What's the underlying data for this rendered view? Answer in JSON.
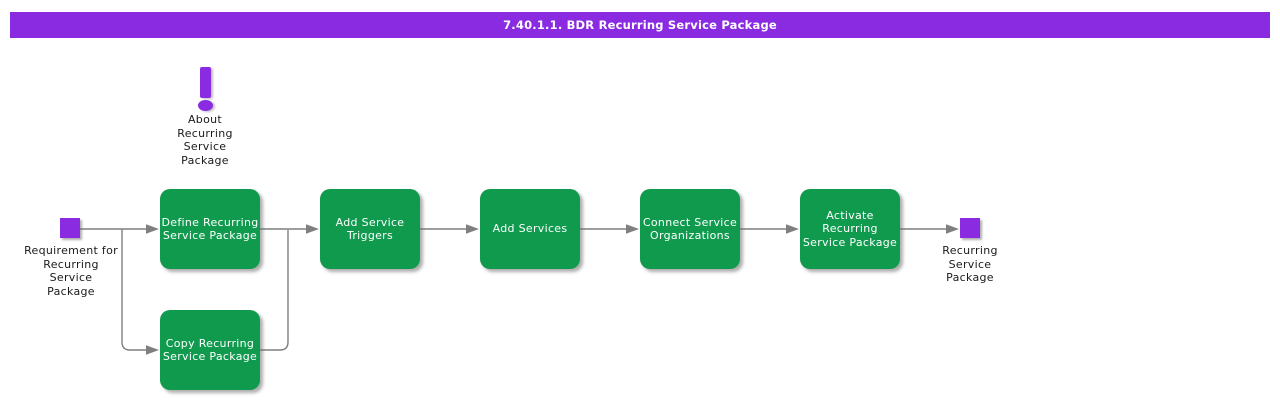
{
  "header": {
    "title": "7.40.1.1. BDR Recurring Service Package"
  },
  "about": {
    "icon": "exclamation-icon",
    "label": "About\nRecurring\nService\nPackage"
  },
  "start_event": {
    "label": "Requirement for\nRecurring\nService\nPackage"
  },
  "end_event": {
    "label": "Recurring\nService\nPackage"
  },
  "steps": [
    {
      "id": "define",
      "label": "Define Recurring\nService Package"
    },
    {
      "id": "copy",
      "label": "Copy Recurring\nService Package"
    },
    {
      "id": "triggers",
      "label": "Add Service\nTriggers"
    },
    {
      "id": "services",
      "label": "Add Services"
    },
    {
      "id": "connect",
      "label": "Connect Service\nOrganizations"
    },
    {
      "id": "activate",
      "label": "Activate\nRecurring\nService Package"
    }
  ],
  "colors": {
    "accent_purple": "#8A2BE2",
    "step_green": "#0F9A4E",
    "connector_gray": "#7F7F7F",
    "title_text": "#FFFFFF"
  }
}
